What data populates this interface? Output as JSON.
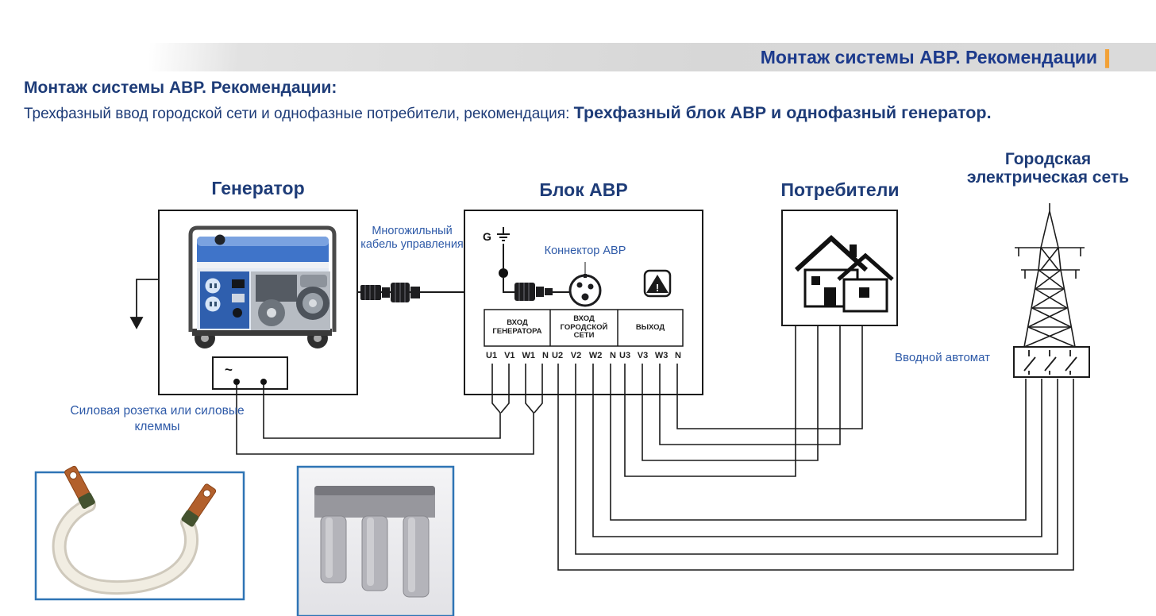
{
  "header": {
    "title": "Монтаж системы АВР. Рекомендации",
    "accent_mark": "|"
  },
  "intro": {
    "heading": "Монтаж системы АВР. Рекомендации:",
    "text_regular": "Трехфазный ввод городской сети и однофазные потребители, рекомендация: ",
    "text_bold": "Трехфазный блок АВР и однофазный генератор."
  },
  "diagram": {
    "generator": {
      "label": "Генератор",
      "socket_symbol": "~",
      "socket_note": "Силовая розетка или силовые клеммы"
    },
    "control_cable_label": "Многожильный кабель управления",
    "avr": {
      "label": "Блок АВР",
      "ground_mark": "G",
      "connector_label": "Коннектор АВР",
      "warning_symbol": "!",
      "terminals": [
        {
          "title": "ВХОД ГЕНЕРАТОРА",
          "pins": [
            "U1",
            "V1",
            "W1",
            "N"
          ]
        },
        {
          "title": "ВХОД ГОРОДСКОЙ СЕТИ",
          "pins": [
            "U2",
            "V2",
            "W2",
            "N"
          ]
        },
        {
          "title": "ВЫХОД",
          "pins": [
            "U3",
            "V3",
            "W3",
            "N"
          ]
        }
      ]
    },
    "consumers": {
      "label": "Потребители"
    },
    "city_grid": {
      "label": "Городская электрическая сеть",
      "breaker_label": "Вводной автомат"
    }
  },
  "colors": {
    "title_blue": "#1c3a8c",
    "text_navy": "#1e3c78",
    "label_blue": "#2e5aa8",
    "accent_orange": "#f2a136",
    "photo_border_blue": "#2e74b5"
  }
}
